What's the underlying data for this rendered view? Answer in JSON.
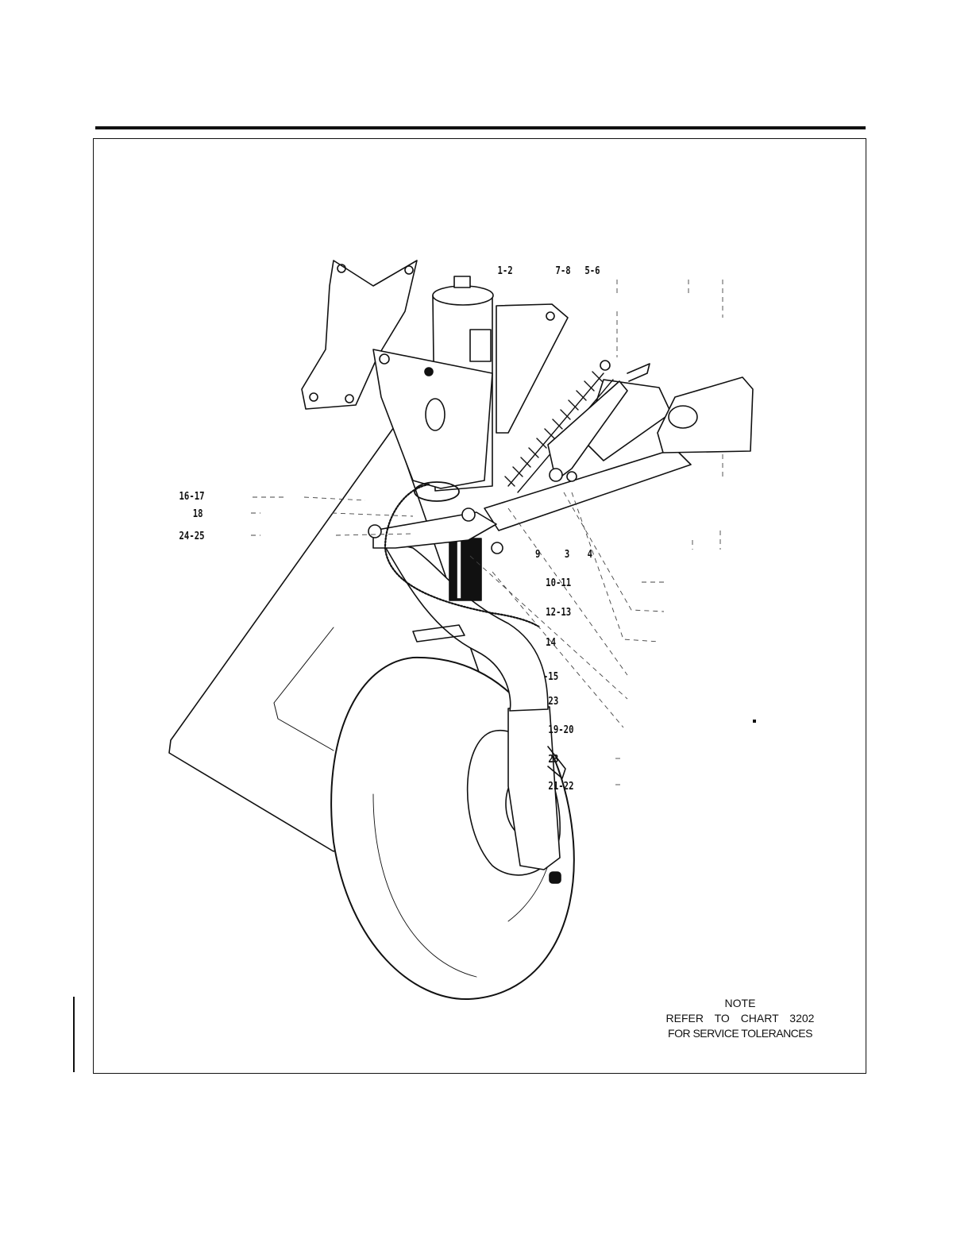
{
  "callouts": {
    "c1_2": "1-2",
    "c7_8": "7-8",
    "c5_6": "5-6",
    "c16_17": "16-17",
    "c18": "18",
    "c24_25": "24-25",
    "c9": "9",
    "c3": "3",
    "c4": "4",
    "c10_11": "10-11",
    "c12_13": "12-13",
    "c14": "14",
    "c15": "-15",
    "c23a": "23",
    "c19_20": "19-20",
    "c23b": "23",
    "c21_22": "21-22"
  },
  "note": {
    "heading": "NOTE",
    "line1": "REFER TO CHART 3202",
    "line2": "FOR SERVICE TOLERANCES"
  }
}
